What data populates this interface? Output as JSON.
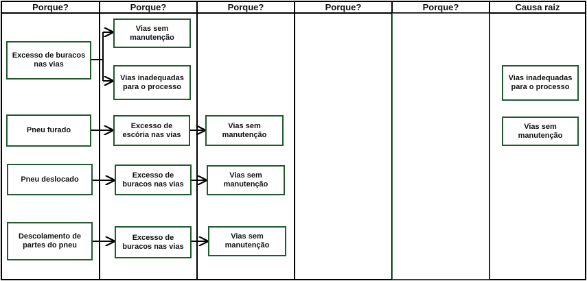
{
  "headers": [
    "Porque?",
    "Porque?",
    "Porque?",
    "Porque?",
    "Porque?",
    "Causa raiz"
  ],
  "rows": [
    {
      "why1": "Excesso de buracos nas vias",
      "why2": [
        "Vias sem manutenção",
        "Vias inadequadas para o processo"
      ]
    },
    {
      "why1": "Pneu furado",
      "why2": "Excesso de escória nas vias",
      "why3": "Vias sem manutenção"
    },
    {
      "why1": "Pneu deslocado",
      "why2": "Excesso de buracos nas vias",
      "why3": "Vias sem manutenção"
    },
    {
      "why1": "Descolamento de partes do pneu",
      "why2": "Excesso de buracos nas vias",
      "why3": "Vias sem manutenção"
    }
  ],
  "root_causes": [
    "Vias inadequadas para o processo",
    "Vias sem manutenção"
  ],
  "colors": {
    "box_border": "#1e5a2c",
    "selected_column_border": "#2e6b48",
    "grid": "#000000"
  }
}
